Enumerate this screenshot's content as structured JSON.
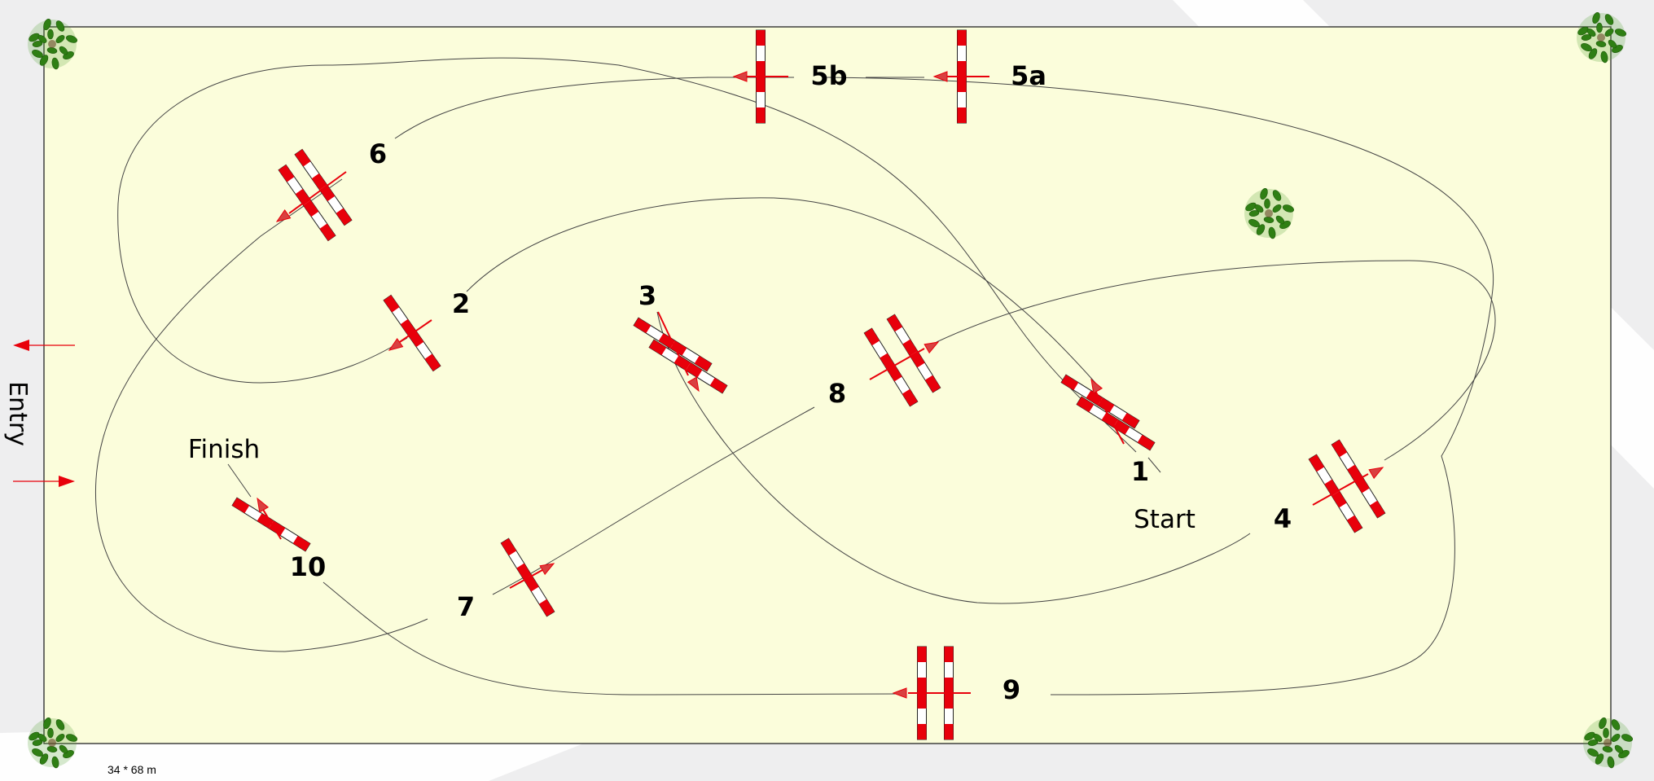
{
  "arena": {
    "size_label": "34 * 68 m",
    "entry_label": "Entry",
    "fill_color": "#fbfddb",
    "border_color": "#333333"
  },
  "colors": {
    "pole_red": "#e8000b",
    "pole_white": "#ffffff",
    "arrow_red": "#e8000b",
    "track_line": "#444444",
    "plant_green": "#3f8f1f"
  },
  "labels": {
    "start": "Start",
    "finish": "Finish"
  },
  "jumps": [
    {
      "id": "1",
      "label": "1",
      "type": "oxer",
      "direction": "north"
    },
    {
      "id": "2",
      "label": "2",
      "type": "vertical",
      "direction": "south-west"
    },
    {
      "id": "3",
      "label": "3",
      "type": "oxer",
      "direction": "south-east"
    },
    {
      "id": "4",
      "label": "4",
      "type": "oxer",
      "direction": "north-east"
    },
    {
      "id": "5a",
      "label": "5a",
      "type": "vertical",
      "direction": "west"
    },
    {
      "id": "5b",
      "label": "5b",
      "type": "vertical",
      "direction": "west"
    },
    {
      "id": "6",
      "label": "6",
      "type": "oxer",
      "direction": "south-west"
    },
    {
      "id": "7",
      "label": "7",
      "type": "vertical",
      "direction": "north-east"
    },
    {
      "id": "8",
      "label": "8",
      "type": "oxer",
      "direction": "north-east"
    },
    {
      "id": "9",
      "label": "9",
      "type": "oxer",
      "direction": "west"
    },
    {
      "id": "10",
      "label": "10",
      "type": "vertical",
      "direction": "north-west"
    }
  ],
  "decorations": [
    "plant-icon",
    "plant-icon",
    "plant-icon",
    "plant-icon",
    "plant-icon"
  ]
}
